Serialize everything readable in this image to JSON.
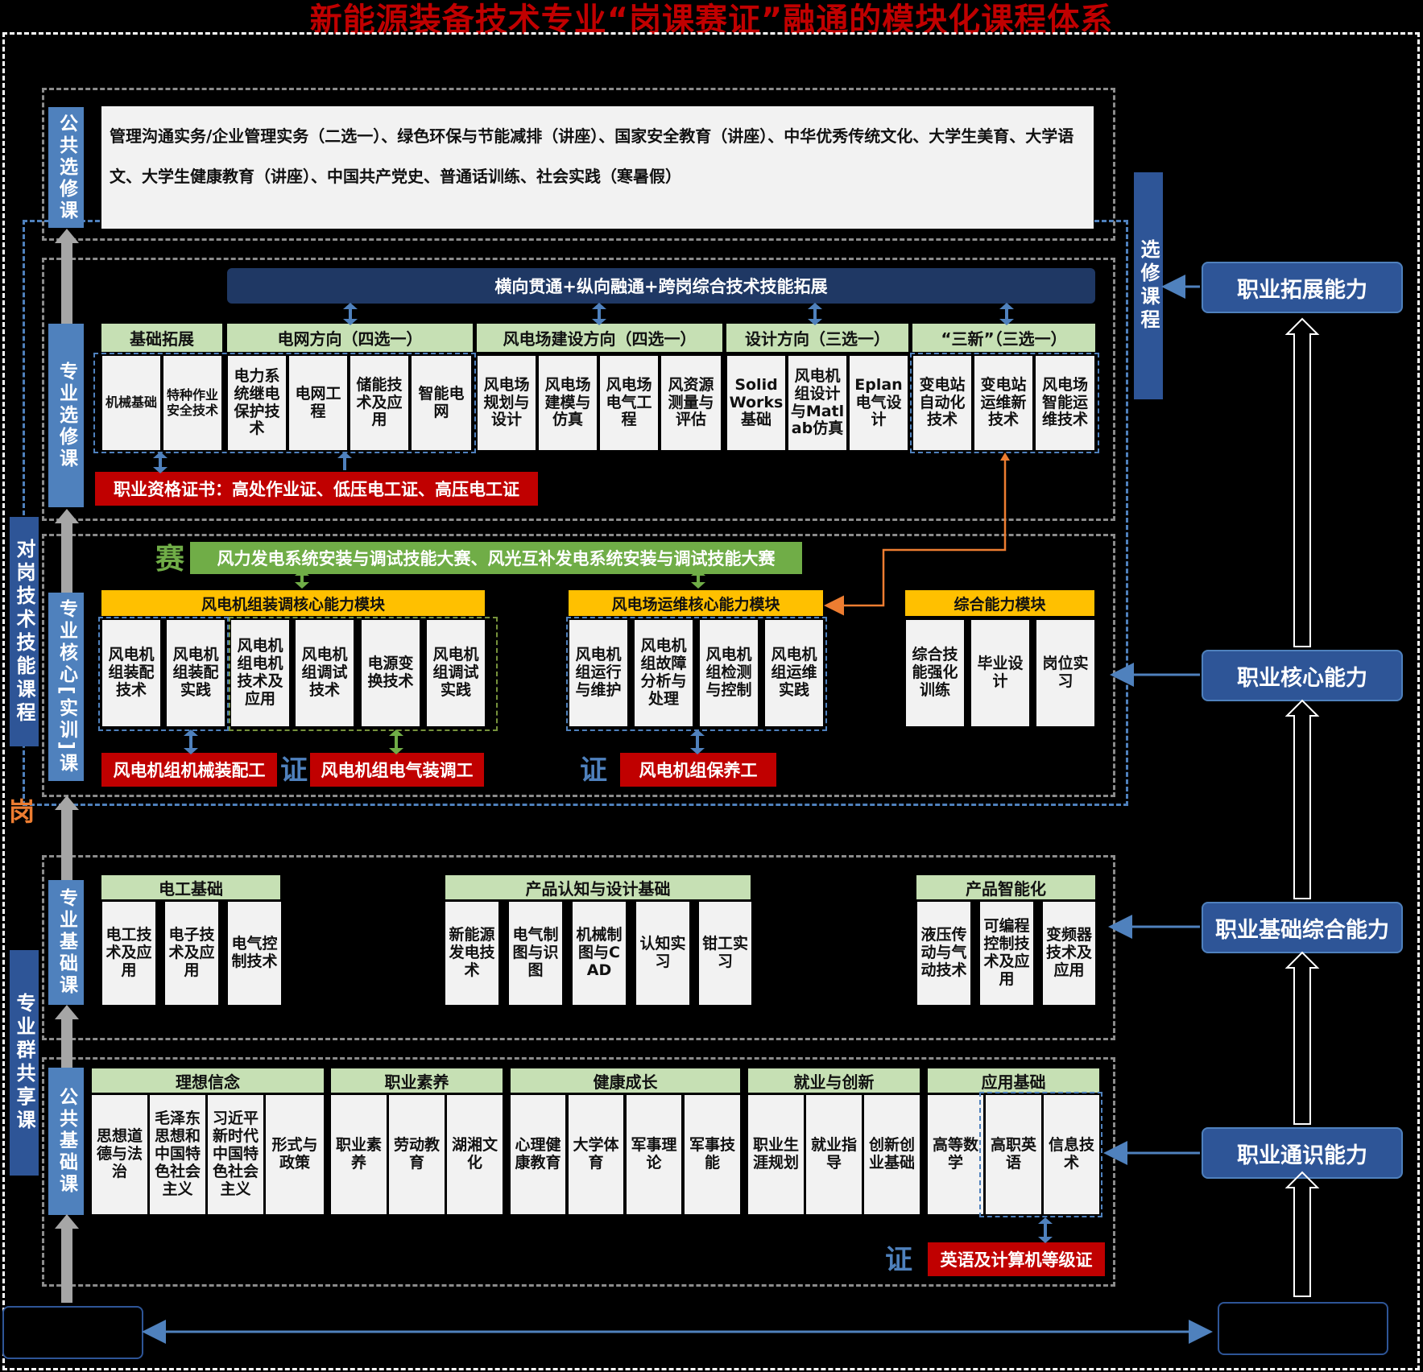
{
  "title": "新能源装备技术专业“岗课赛证”融通的模块化课程体系",
  "labels": {
    "public_elective": "公共选修课",
    "major_elective": "专业选修课",
    "major_core": "专业核心[实训]课",
    "major_basic": "专业基础课",
    "public_basic": "公共基础课",
    "job_courses": "对岗技术技能课程",
    "group_shared": "专业群共享课",
    "elective": "选修课程",
    "gang": "岗",
    "sai": "赛",
    "zheng": "证"
  },
  "public_elective_text": "管理沟通实务/企业管理实务（二选一）、绿色环保与节能减排（讲座）、国家安全教育（讲座）、中华优秀传统文化、大学生美育、大学语文、大学生健康教育（讲座）、中国共产党史、普通话训练、社会实践（寒暑假）",
  "cross_banner": "横向贯通+纵向融通+跨岗综合技术技能拓展",
  "elective_groups": [
    {
      "header": "基础拓展",
      "items": [
        "机械基础",
        "特种作业安全技术"
      ]
    },
    {
      "header": "电网方向（四选一）",
      "items": [
        "电力系统继电保护技术",
        "电网工程",
        "储能技术及应用",
        "智能电网"
      ]
    },
    {
      "header": "风电场建设方向（四选一）",
      "items": [
        "风电场规划与设计",
        "风电场建模与仿真",
        "风电场电气工程",
        "风资源测量与评估"
      ]
    },
    {
      "header": "设计方向（三选一）",
      "items": [
        "SolidWorks基础",
        "风电机组设计与Matlab仿真",
        "Eplan电气设计"
      ]
    },
    {
      "header": "“三新”（三选一）",
      "items": [
        "变电站自动化技术",
        "变电站运维新技术",
        "风电场智能运维技术"
      ]
    }
  ],
  "cert_elective": "职业资格证书：高处作业证、低压电工证、高压电工证",
  "competition": "风力发电系统安装与调试技能大赛、风光互补发电系统安装与调试技能大赛",
  "core_modules": [
    {
      "header": "风电机组装调核心能力模块",
      "items": [
        "风电机组装配技术",
        "风电机组装配实践",
        "风电机组电机技术及应用",
        "风电机组调试技术",
        "电源变换技术",
        "风电机组调试实践"
      ]
    },
    {
      "header": "风电场运维核心能力模块",
      "items": [
        "风电机组运行与维护",
        "风电机组故障分析与处理",
        "风电机组检测与控制",
        "风电机组运维实践"
      ]
    },
    {
      "header": "综合能力模块",
      "items": [
        "综合技能强化训练",
        "毕业设计",
        "岗位实习"
      ]
    }
  ],
  "core_certs": [
    "风电机组机械装配工",
    "风电机组电气装调工",
    "风电机组保养工"
  ],
  "basic_groups": [
    {
      "header": "电工基础",
      "items": [
        "电工技术及应用",
        "电子技术及应用",
        "电气控制技术"
      ]
    },
    {
      "header": "产品认知与设计基础",
      "items": [
        "新能源发电技术",
        "电气制图与识图",
        "机械制图与CAD",
        "认知实习",
        "钳工实习"
      ]
    },
    {
      "header": "产品智能化",
      "items": [
        "液压传动与气动技术",
        "可编程控制技术及应用",
        "变频器技术及应用"
      ]
    }
  ],
  "public_groups": [
    {
      "header": "理想信念",
      "items": [
        "思想道德与法治",
        "毛泽东思想和中国特色社会主义",
        "习近平新时代中国特色社会主义",
        "形式与政策"
      ]
    },
    {
      "header": "职业素养",
      "items": [
        "职业素养",
        "劳动教育",
        "湖湘文化"
      ]
    },
    {
      "header": "健康成长",
      "items": [
        "心理健康教育",
        "大学体育",
        "军事理论",
        "军事技能"
      ]
    },
    {
      "header": "就业与创新",
      "items": [
        "职业生涯规划",
        "就业指导",
        "创新创业基础"
      ]
    },
    {
      "header": "应用基础",
      "items": [
        "高等数学",
        "高职英语",
        "信息技术"
      ]
    }
  ],
  "cert_public": "英语及计算机等级证",
  "abilities": [
    "职业拓展能力",
    "职业核心能力",
    "职业基础综合能力",
    "职业通识能力"
  ],
  "colors": {
    "title": "#c00000",
    "blue_label": "#4f81bd",
    "navy": "#1f3864",
    "red": "#c00000",
    "green": "#70ad47",
    "yellow": "#ffc000",
    "orange": "#ed7d31"
  }
}
